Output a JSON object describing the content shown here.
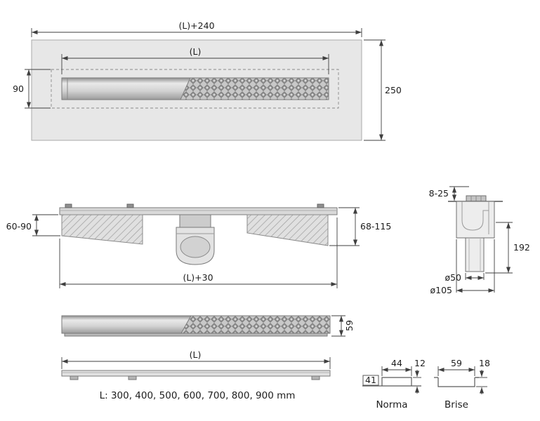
{
  "top_view": {
    "dim_overall_length": "(L)+240",
    "dim_channel_length": "(L)",
    "dim_depth": "250",
    "dim_flange_width": "90"
  },
  "front_view": {
    "dim_left_height": "60-90",
    "dim_right_height": "68-115",
    "dim_length": "(L)+30"
  },
  "section_view": {
    "dim_top_range": "8-25",
    "dim_height": "192",
    "dim_outlet_diameter": "ø50",
    "dim_body_diameter": "ø105"
  },
  "side_view": {
    "dim_height": "59"
  },
  "length_view": {
    "dim_length": "(L)"
  },
  "note": "L: 300, 400, 500, 600, 700, 800, 900 mm",
  "profiles": {
    "norma": {
      "label": "Norma",
      "dim_width": "44",
      "dim_height": "12",
      "dim_inner": "41"
    },
    "brise": {
      "label": "Brise",
      "dim_width": "59",
      "dim_height": "18"
    }
  },
  "colors": {
    "plate": "#e7e7e7",
    "metal_light": "#e9e9e9",
    "metal_dark": "#8f8f8f",
    "line": "#3f3f3f"
  }
}
